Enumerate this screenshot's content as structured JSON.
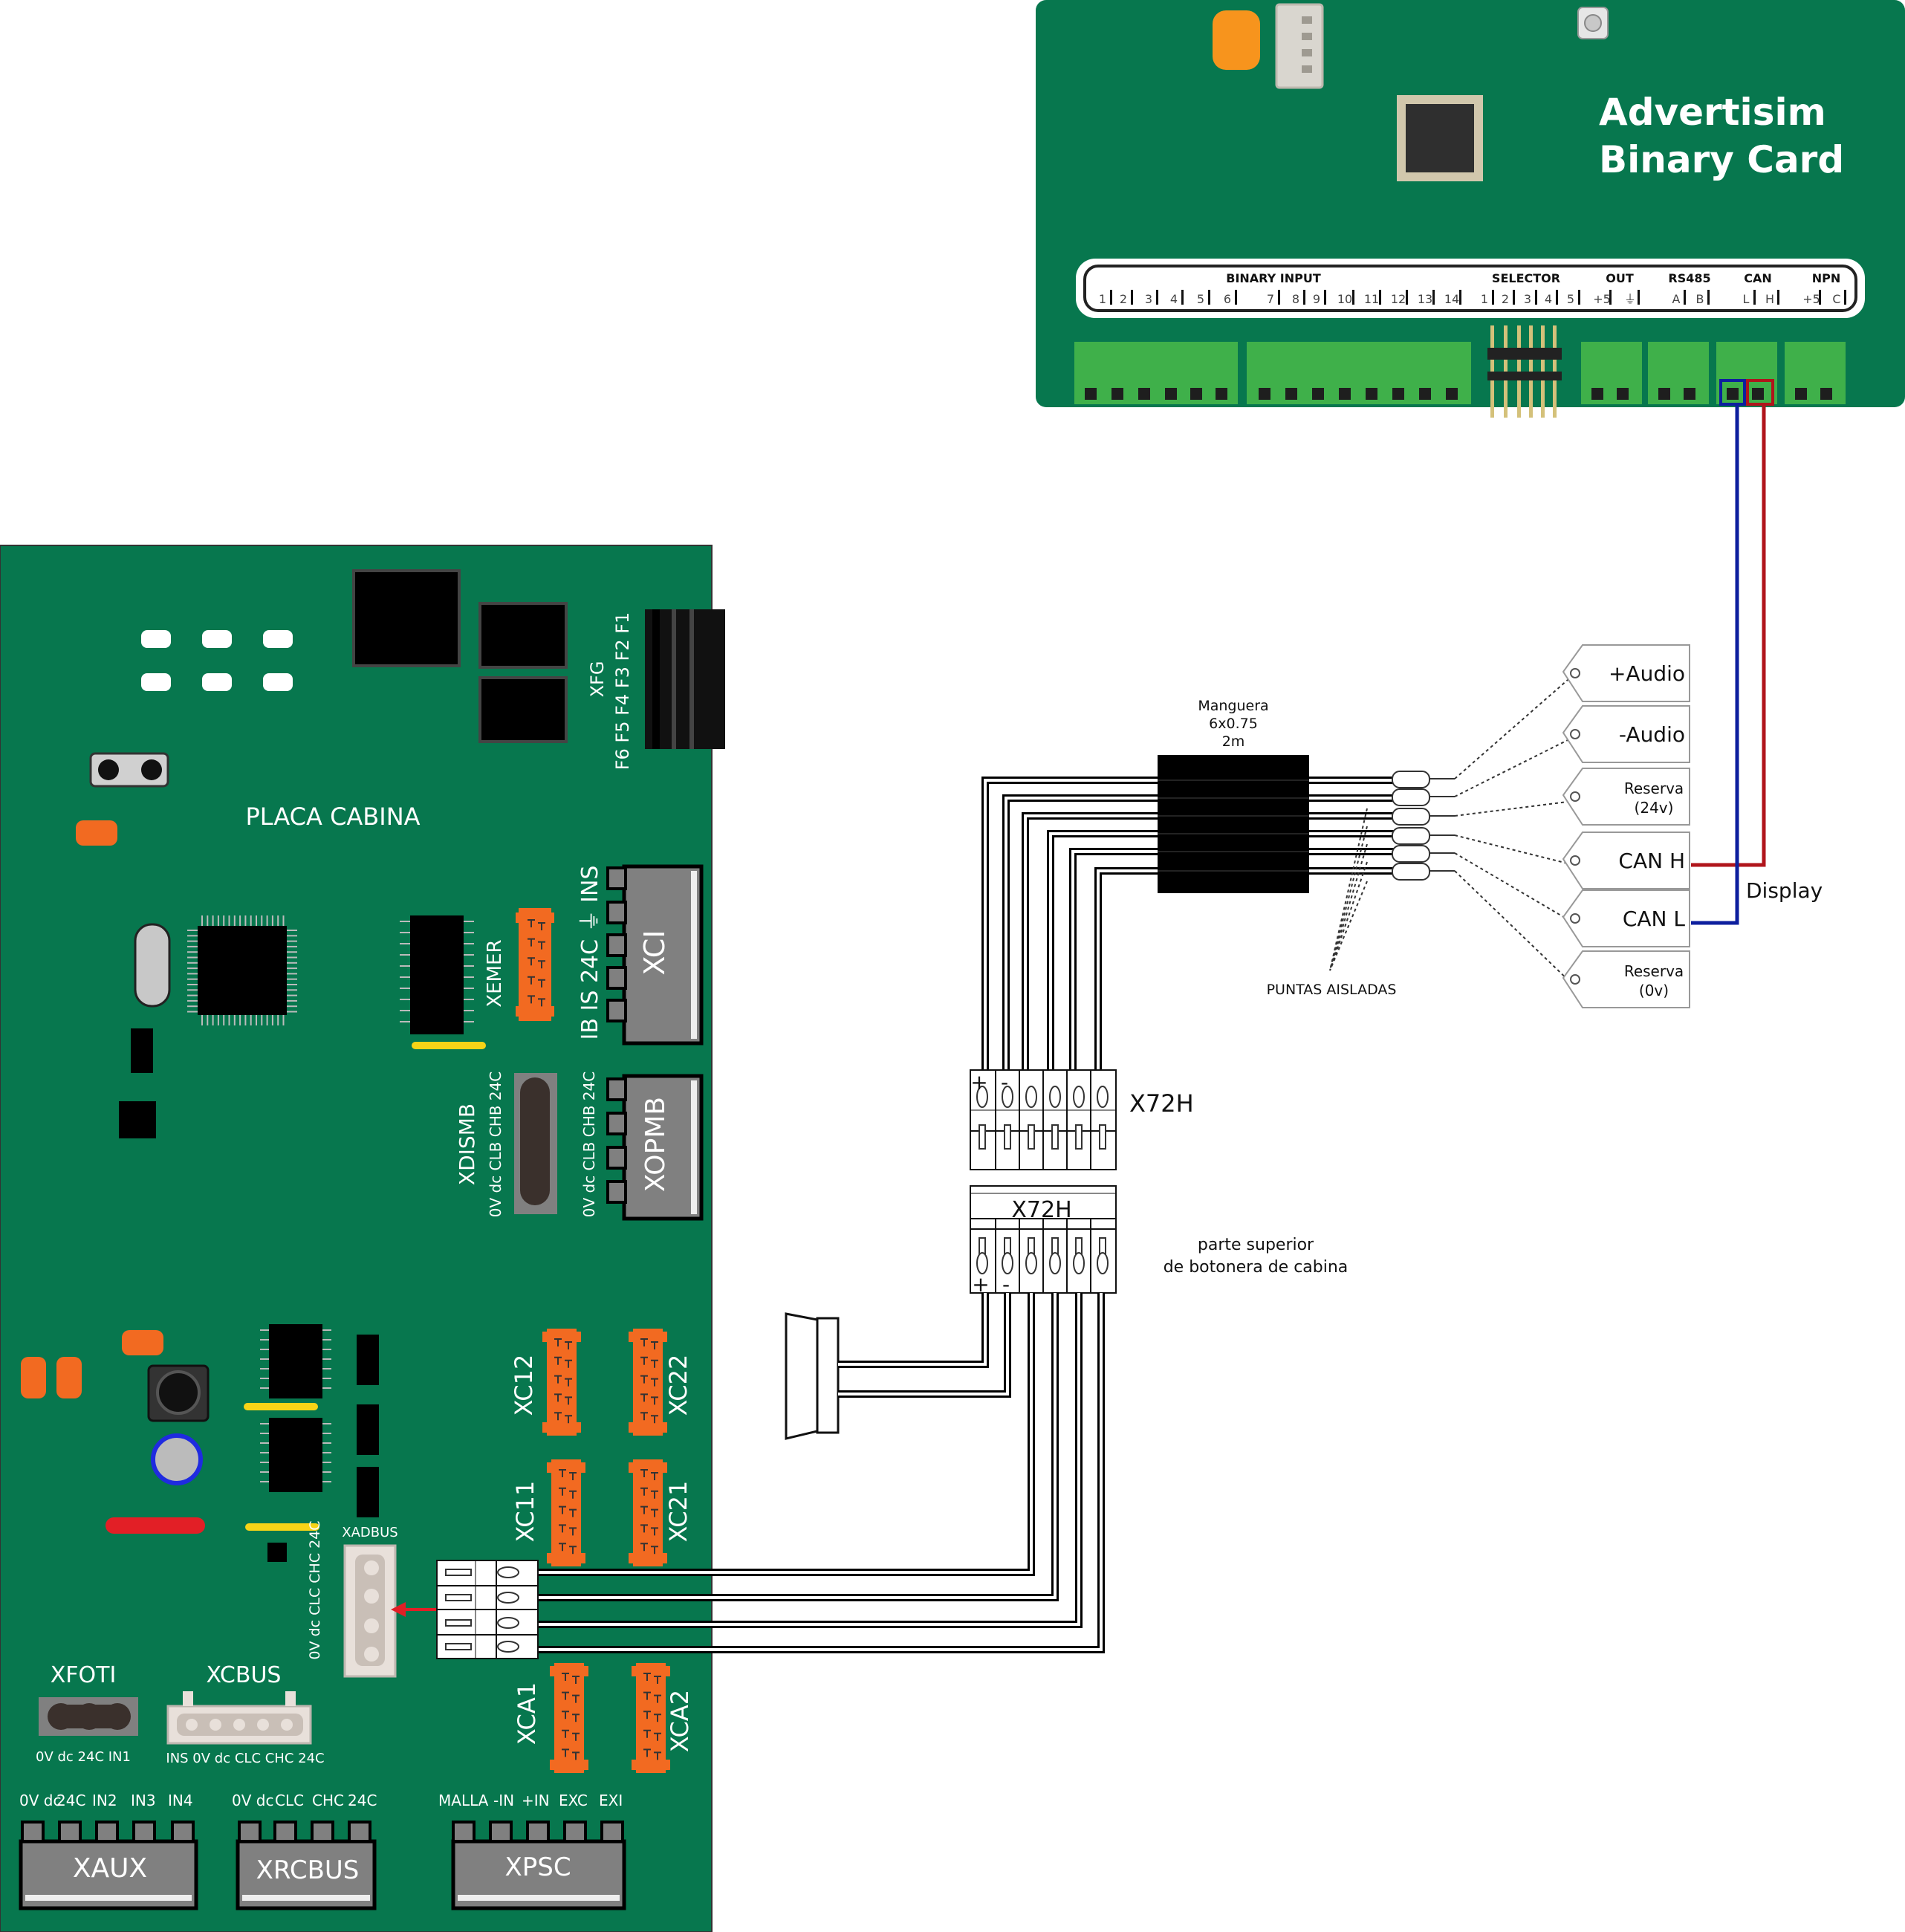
{
  "colors": {
    "pcb_green": "#07774E",
    "terminal_green": "#3FB04A",
    "connector_orange": "#F26A21",
    "connector_gray": "#808080",
    "can_h_wire": "#B0151B",
    "can_l_wire": "#0D1F9E",
    "led_orange": "#F7941D",
    "led_red": "#E21F26",
    "led_yellow": "#F7D417"
  },
  "binary_card": {
    "title_line1": "Advertisim",
    "title_line2": "Binary Card",
    "groups": {
      "binary_input": "BINARY INPUT",
      "selector": "SELECTOR",
      "out": "OUT",
      "rs485": "RS485",
      "can": "CAN",
      "npn": "NPN"
    },
    "pins": {
      "binary_input": [
        "1",
        "2",
        "3",
        "4",
        "5",
        "6",
        "7",
        "8",
        "9",
        "10",
        "11",
        "12",
        "13",
        "14"
      ],
      "selector": [
        "1",
        "2",
        "3",
        "4",
        "5"
      ],
      "out": [
        "+5",
        "⏚"
      ],
      "rs485": [
        "A",
        "B"
      ],
      "can": [
        "L",
        "H"
      ],
      "npn": [
        "+5",
        "C"
      ]
    }
  },
  "placa_cabina": {
    "title": "PLACA CABINA",
    "xfg": {
      "name": "XFG",
      "pins": "F6 F5 F4 F3 F2 F1"
    },
    "xci": {
      "name": "XCI",
      "pins": "IB  IS  24C  ⏚  INS"
    },
    "xemer": {
      "name": "XEMER"
    },
    "xdismb": {
      "name": "XDISMB",
      "pins": "0V dc CLB CHB 24C"
    },
    "xopmb": {
      "name": "XOPMB",
      "pins": "0V dc CLB CHB 24C"
    },
    "xc12": "XC12",
    "xc22": "XC22",
    "xc11": "XC11",
    "xc21": "XC21",
    "xca1": "XCA1",
    "xca2": "XCA2",
    "xadbus": {
      "name": "XADBUS",
      "pins": "0V dc CLC CHC 24C"
    },
    "xfoti": {
      "name": "XFOTI",
      "pins": "0V dc  24C  IN1"
    },
    "xcbus": {
      "name": "XCBUS",
      "pins": "INS 0V dc  CLC  CHC 24C"
    },
    "xaux": {
      "name": "XAUX",
      "pins": [
        "0V dc",
        "24C",
        "IN2",
        "IN3",
        "IN4"
      ]
    },
    "xrcbus": {
      "name": "XRCBUS",
      "pins": [
        "0V dc",
        "CLC",
        "CHC",
        "24C"
      ]
    },
    "xpsc": {
      "name": "XPSC",
      "pins": [
        "MALLA",
        "-IN",
        "+IN",
        "EXC",
        "EXI"
      ]
    }
  },
  "wiring": {
    "hose_line1": "Manguera",
    "hose_line2": "6x0.75",
    "hose_line3": "2m",
    "tips_label": "PUNTAS AISLADAS",
    "display_label": "Display",
    "x72h_top": "X72H",
    "x72h_bottom": "X72H",
    "plus": "+",
    "minus": "-",
    "upper_panel_line1": "parte superior",
    "upper_panel_line2": "de botonera de cabina",
    "tags": [
      {
        "line1": "+Audio",
        "line2": ""
      },
      {
        "line1": "-Audio",
        "line2": ""
      },
      {
        "line1": "Reserva",
        "line2": "(24v)"
      },
      {
        "line1": "CAN H",
        "line2": ""
      },
      {
        "line1": "CAN L",
        "line2": ""
      },
      {
        "line1": "Reserva",
        "line2": "(0v)"
      }
    ]
  }
}
